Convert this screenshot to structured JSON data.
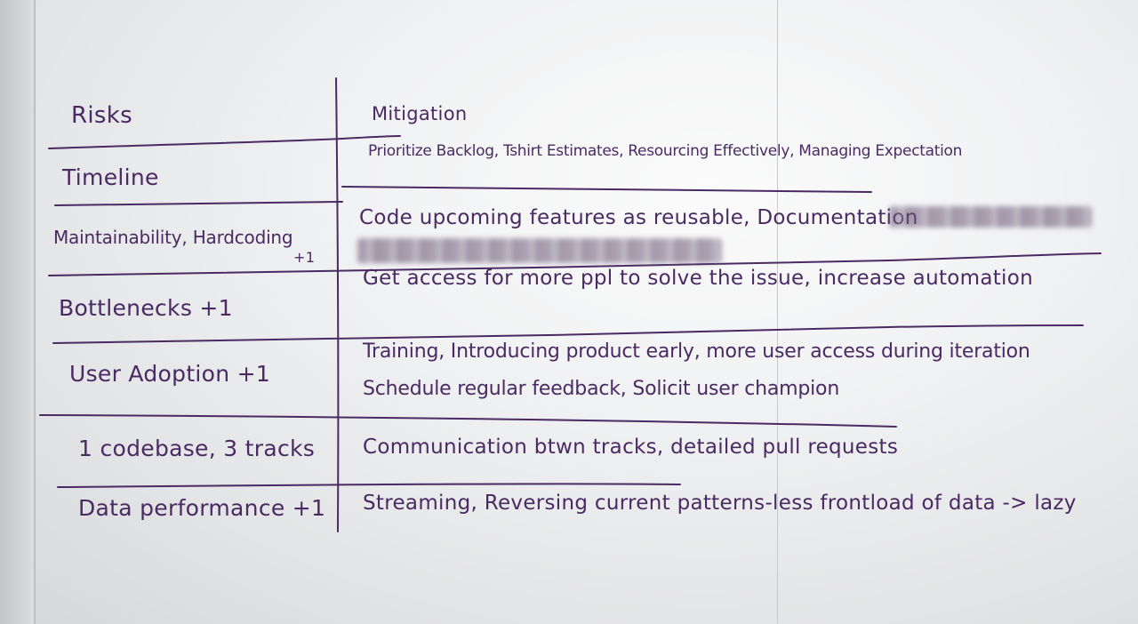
{
  "table": {
    "headers": {
      "risks": "Risks",
      "mitigation": "Mitigation"
    },
    "rows": [
      {
        "risk": "Timeline",
        "mitigation": [
          "Prioritize Backlog, Tshirt Estimates, Resourcing Effectively, Managing Expectation"
        ]
      },
      {
        "risk": "Maintainability, Hardcoding",
        "risk_vote": "+1",
        "mitigation": [
          "Code upcoming features as reusable, Documentation"
        ]
      },
      {
        "risk": "Bottlenecks +1",
        "mitigation": [
          "Get access for more ppl to solve the issue, increase automation"
        ]
      },
      {
        "risk": "User Adoption +1",
        "mitigation": [
          "Training, Introducing product early, more user access during iteration",
          "Schedule regular feedback, Solicit user champion"
        ]
      },
      {
        "risk": "1 codebase, 3 tracks",
        "mitigation": [
          "Communication btwn tracks, detailed pull requests"
        ]
      },
      {
        "risk": "Data performance +1",
        "mitigation": [
          "Streaming, Reversing current patterns-less frontload of data -> lazy"
        ]
      }
    ]
  },
  "colors": {
    "ink": "#4a2a63",
    "board": "#f1f2f3"
  }
}
